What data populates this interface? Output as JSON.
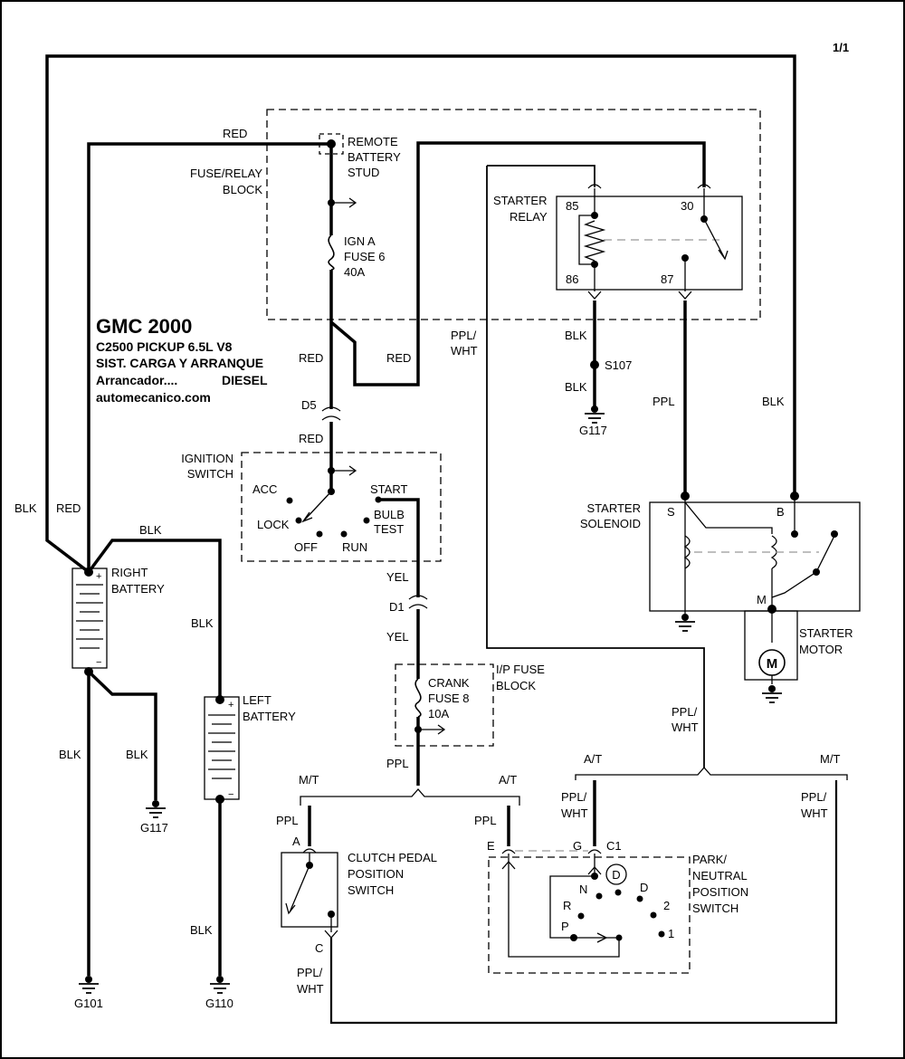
{
  "page_number": "1/1",
  "header": {
    "title": "GMC 2000",
    "line1": "C2500 PICKUP  6.5L  V8",
    "line2": "SIST. CARGA Y ARRANQUE",
    "line3_left": "Arrancador....",
    "line3_right": "DIESEL",
    "website": "automecanico.com"
  },
  "components": {
    "fuse_relay_block": [
      "FUSE/RELAY",
      "BLOCK"
    ],
    "remote_stud": [
      "REMOTE",
      "BATTERY",
      "STUD"
    ],
    "ign_fuse": [
      "IGN A",
      "FUSE 6",
      "40A"
    ],
    "starter_relay": [
      "STARTER",
      "RELAY"
    ],
    "ignition_switch": [
      "IGNITION",
      "SWITCH"
    ],
    "starter_solenoid": [
      "STARTER",
      "SOLENOID"
    ],
    "starter_motor": [
      "STARTER",
      "MOTOR"
    ],
    "motor_symbol": "M",
    "right_battery": [
      "RIGHT",
      "BATTERY"
    ],
    "left_battery": [
      "LEFT",
      "BATTERY"
    ],
    "ip_fuse_block": [
      "I/P FUSE",
      "BLOCK"
    ],
    "crank_fuse": [
      "CRANK",
      "FUSE 8",
      "10A"
    ],
    "clutch_switch": [
      "CLUTCH PEDAL",
      "POSITION",
      "SWITCH"
    ],
    "pn_switch": [
      "PARK/",
      "NEUTRAL",
      "POSITION",
      "SWITCH"
    ]
  },
  "relay_pins": {
    "p85": "85",
    "p86": "86",
    "p30": "30",
    "p87": "87"
  },
  "ignition_positions": {
    "acc": "ACC",
    "lock": "LOCK",
    "off": "OFF",
    "run": "RUN",
    "start": "START",
    "bulb1": "BULB",
    "bulb2": "TEST"
  },
  "solenoid_terminals": {
    "s": "S",
    "b": "B",
    "m": "M"
  },
  "pn_positions": {
    "d_circle": "D",
    "n": "N",
    "d": "D",
    "r": "R",
    "two": "2",
    "p": "P",
    "one": "1"
  },
  "connectors": {
    "d5": "D5",
    "d1": "D1",
    "s107": "S107",
    "a": "A",
    "c": "C",
    "e": "E",
    "g": "G",
    "c1": "C1"
  },
  "grounds": {
    "g117_relay": "G117",
    "g117_bat": "G117",
    "g101": "G101",
    "g110": "G110"
  },
  "branch_labels": {
    "mt_left": "M/T",
    "at_left": "A/T",
    "at_right": "A/T",
    "mt_right": "M/T"
  },
  "wire_labels": {
    "red_top": "RED",
    "red_d5_top": "RED",
    "red_d5_bot": "RED",
    "red_loop": "RED",
    "red_bat": "RED",
    "blk_left": "BLK",
    "blk_bat_link": "BLK",
    "blk_left_bat": "BLK",
    "blk_g101": "BLK",
    "blk_g117": "BLK",
    "blk_g110": "BLK",
    "blk_relay_top": "BLK",
    "blk_relay_bot": "BLK",
    "blk_solenoid": "BLK",
    "ppl_wht_top1": "PPL/",
    "ppl_wht_top2": "WHT",
    "ppl_relay": "PPL",
    "yel_top": "YEL",
    "yel_bot": "YEL",
    "ppl_crank": "PPL",
    "ppl_a": "PPL",
    "ppl_e": "PPL",
    "ppl_wht_mid1": "PPL/",
    "ppl_wht_mid2": "WHT",
    "ppl_wht_g1": "PPL/",
    "ppl_wht_g2": "WHT",
    "ppl_wht_r1": "PPL/",
    "ppl_wht_r2": "WHT",
    "ppl_wht_c1": "PPL/",
    "ppl_wht_c2": "WHT"
  }
}
